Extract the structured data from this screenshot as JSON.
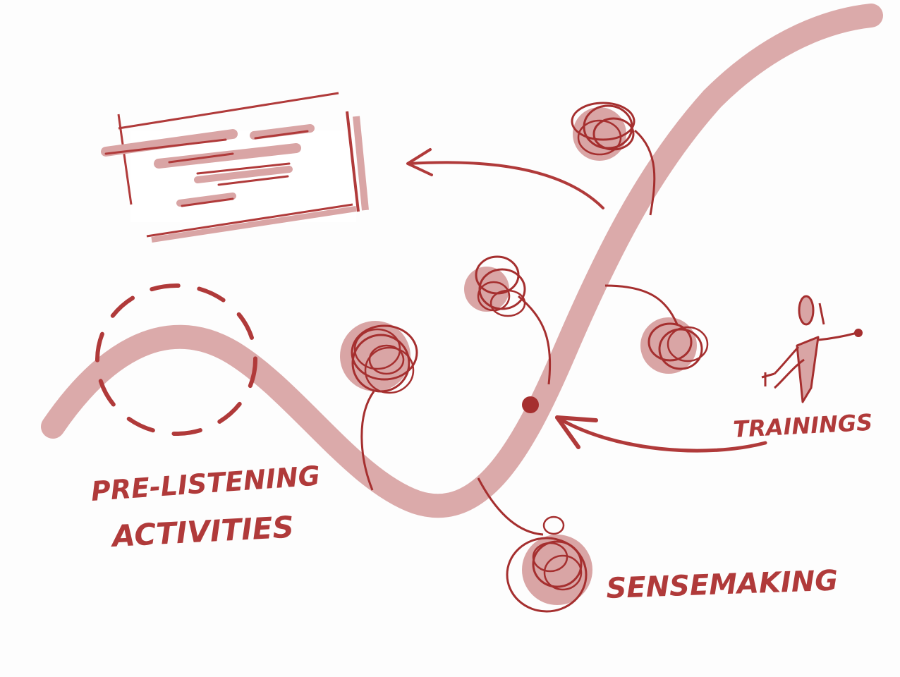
{
  "diagram": {
    "labels": {
      "pre_listening_line1": "PRE-LISTENING",
      "pre_listening_line2": "ACTIVITIES",
      "sensemaking": "SENSEMAKING",
      "trainings": "TRAININGS"
    },
    "colors": {
      "ink": "#b03a3a",
      "ink_dark": "#a52f2f",
      "wash": "#d9a5a5",
      "background": "#fdfdfd"
    },
    "icons": [
      "document-icon",
      "scribble-icon",
      "stick-figure-icon",
      "arrow-icon",
      "dashed-circle-icon",
      "dot-icon"
    ]
  }
}
